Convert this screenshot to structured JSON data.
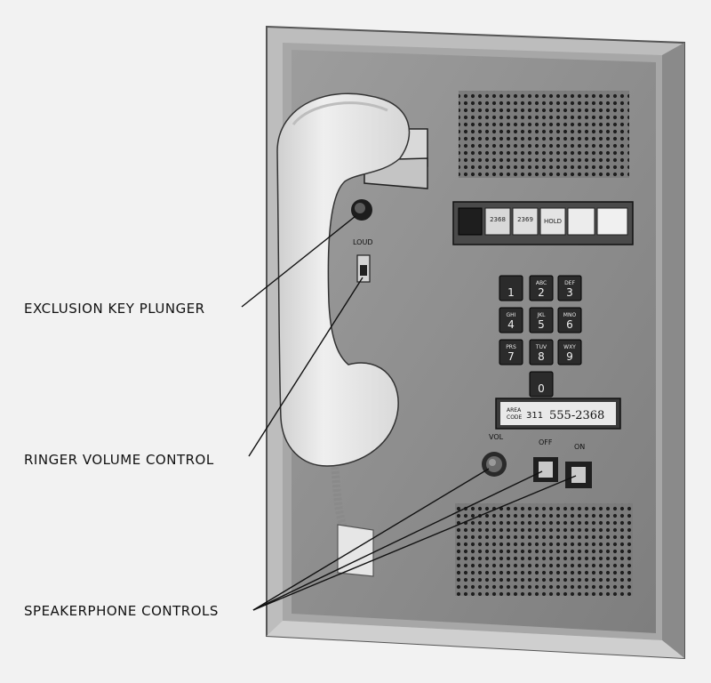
{
  "callouts": {
    "exclusion_key": "EXCLUSION KEY PLUNGER",
    "ringer_volume": "RINGER VOLUME CONTROL",
    "speakerphone": "SPEAKERPHONE CONTROLS"
  },
  "panel_labels": {
    "loud": "LOUD",
    "vol": "VOL",
    "off": "OFF",
    "on": "ON"
  },
  "line_keys": [
    "2368",
    "2369",
    "HOLD"
  ],
  "dial_keys": [
    {
      "digit": "1",
      "letters": ""
    },
    {
      "digit": "2",
      "letters": "ABC"
    },
    {
      "digit": "3",
      "letters": "DEF"
    },
    {
      "digit": "4",
      "letters": "GHI"
    },
    {
      "digit": "5",
      "letters": "JKL"
    },
    {
      "digit": "6",
      "letters": "MNO"
    },
    {
      "digit": "7",
      "letters": "PRS"
    },
    {
      "digit": "8",
      "letters": "TUV"
    },
    {
      "digit": "9",
      "letters": "WXY"
    },
    {
      "digit": "0",
      "letters": ""
    }
  ],
  "number_card": {
    "area_label_1": "AREA",
    "area_label_2": "CODE",
    "area_code": "311",
    "number": "555-2368"
  },
  "colors": {
    "paper": "#f2f2f2",
    "frame": "#b9b9b9",
    "faceplate": "#8f8f8f",
    "handset": "#e4e4e4",
    "ink": "#111111"
  }
}
